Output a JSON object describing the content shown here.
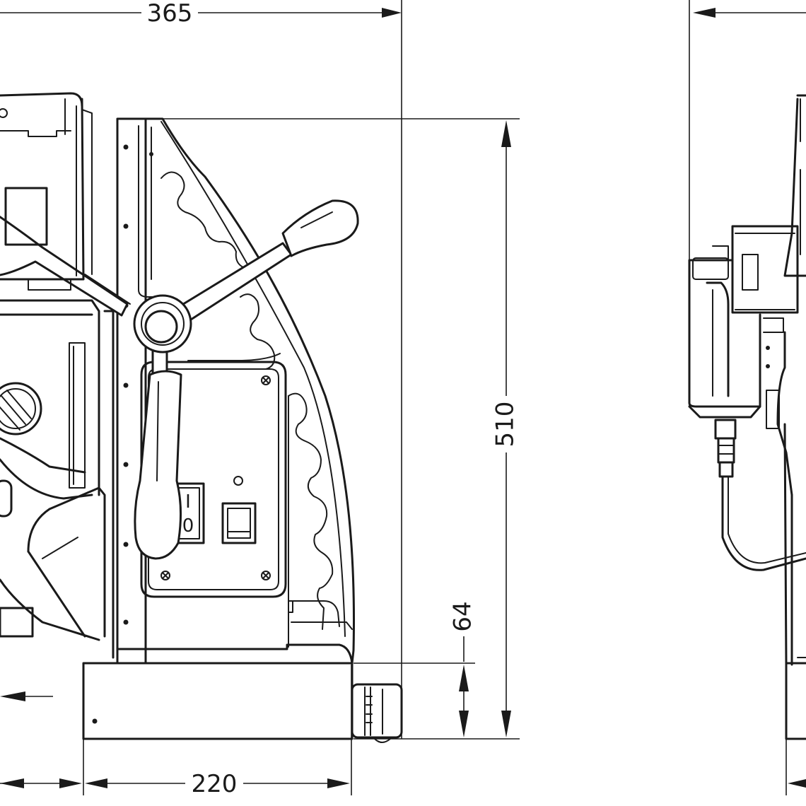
{
  "dimensions": {
    "overall_width": "365",
    "overall_height": "510",
    "base_height": "64",
    "base_width": "220"
  },
  "switch": {
    "on_symbol": "I",
    "off_symbol": "0"
  },
  "colors": {
    "line": "#1a1a1a",
    "background": "#ffffff"
  }
}
